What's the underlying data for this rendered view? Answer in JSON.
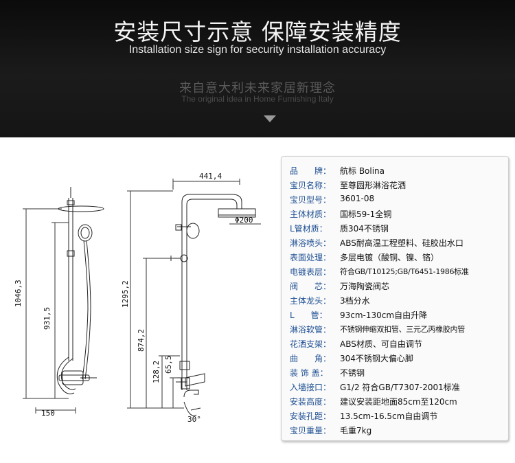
{
  "header": {
    "title_cn": "安装尺寸示意 保障安装精度",
    "title_en": "Installation size sign for security installation accuracy",
    "subtitle_cn": "来自意大利未来家居新理念",
    "subtitle_en": "The original idea in Home Furnishing Italy"
  },
  "diagram": {
    "dim_width": "441,4",
    "dim_head": "Φ200",
    "dim_total_left": "1046,3",
    "dim_bar_left": "931,5",
    "dim_total_right": "1295,2",
    "dim_bar_right": "874,2",
    "dim_mid": "128,2",
    "dim_small": "65,5",
    "dim_bottom": "150",
    "dim_angle": "30°"
  },
  "specs": [
    {
      "label": "品　　牌：",
      "value": "航标 Bolina"
    },
    {
      "label": "宝贝名称：",
      "value": "至尊圆形淋浴花洒"
    },
    {
      "label": "宝贝型号：",
      "value": "3601-08"
    },
    {
      "label": "主体材质：",
      "value": "国标59-1全铜"
    },
    {
      "label": "L管材质：",
      "value": "质304不锈钢"
    },
    {
      "label": "淋浴喷头：",
      "value": "ABS耐高温工程塑料、硅胶出水口"
    },
    {
      "label": "表面处理：",
      "value": "多层电镀（酸铜、镍、铬）"
    },
    {
      "label": "电镀表层：",
      "value": "符合GB/T10125;GB/T6451-1986标准"
    },
    {
      "label": "阀　　芯：",
      "value": "万海陶瓷阀芯"
    },
    {
      "label": "主体龙头：",
      "value": "3档分水"
    },
    {
      "label": "L　　管：",
      "value": "93cm-130cm自由升降"
    },
    {
      "label": "淋浴软管：",
      "value": "不锈钢伸缩双扣管、三元乙丙橡胶内管"
    },
    {
      "label": "花洒支架：",
      "value": "ABS材质、可自由调节"
    },
    {
      "label": "曲　　角：",
      "value": "304不锈钢大偏心脚"
    },
    {
      "label": "装 饰 盖：",
      "value": "不锈钢"
    },
    {
      "label": "入墙接口：",
      "value": "G1/2 符合GB/T7307-2001标准"
    },
    {
      "label": "安装高度：",
      "value": "建议安装距地面85cm至120cm"
    },
    {
      "label": "安装孔距：",
      "value": "13.5cm-16.5cm自由调节"
    },
    {
      "label": "宝贝重量：",
      "value": "毛重7kg"
    }
  ],
  "colors": {
    "label": "#1e4f93",
    "header_bg": "#141414"
  }
}
